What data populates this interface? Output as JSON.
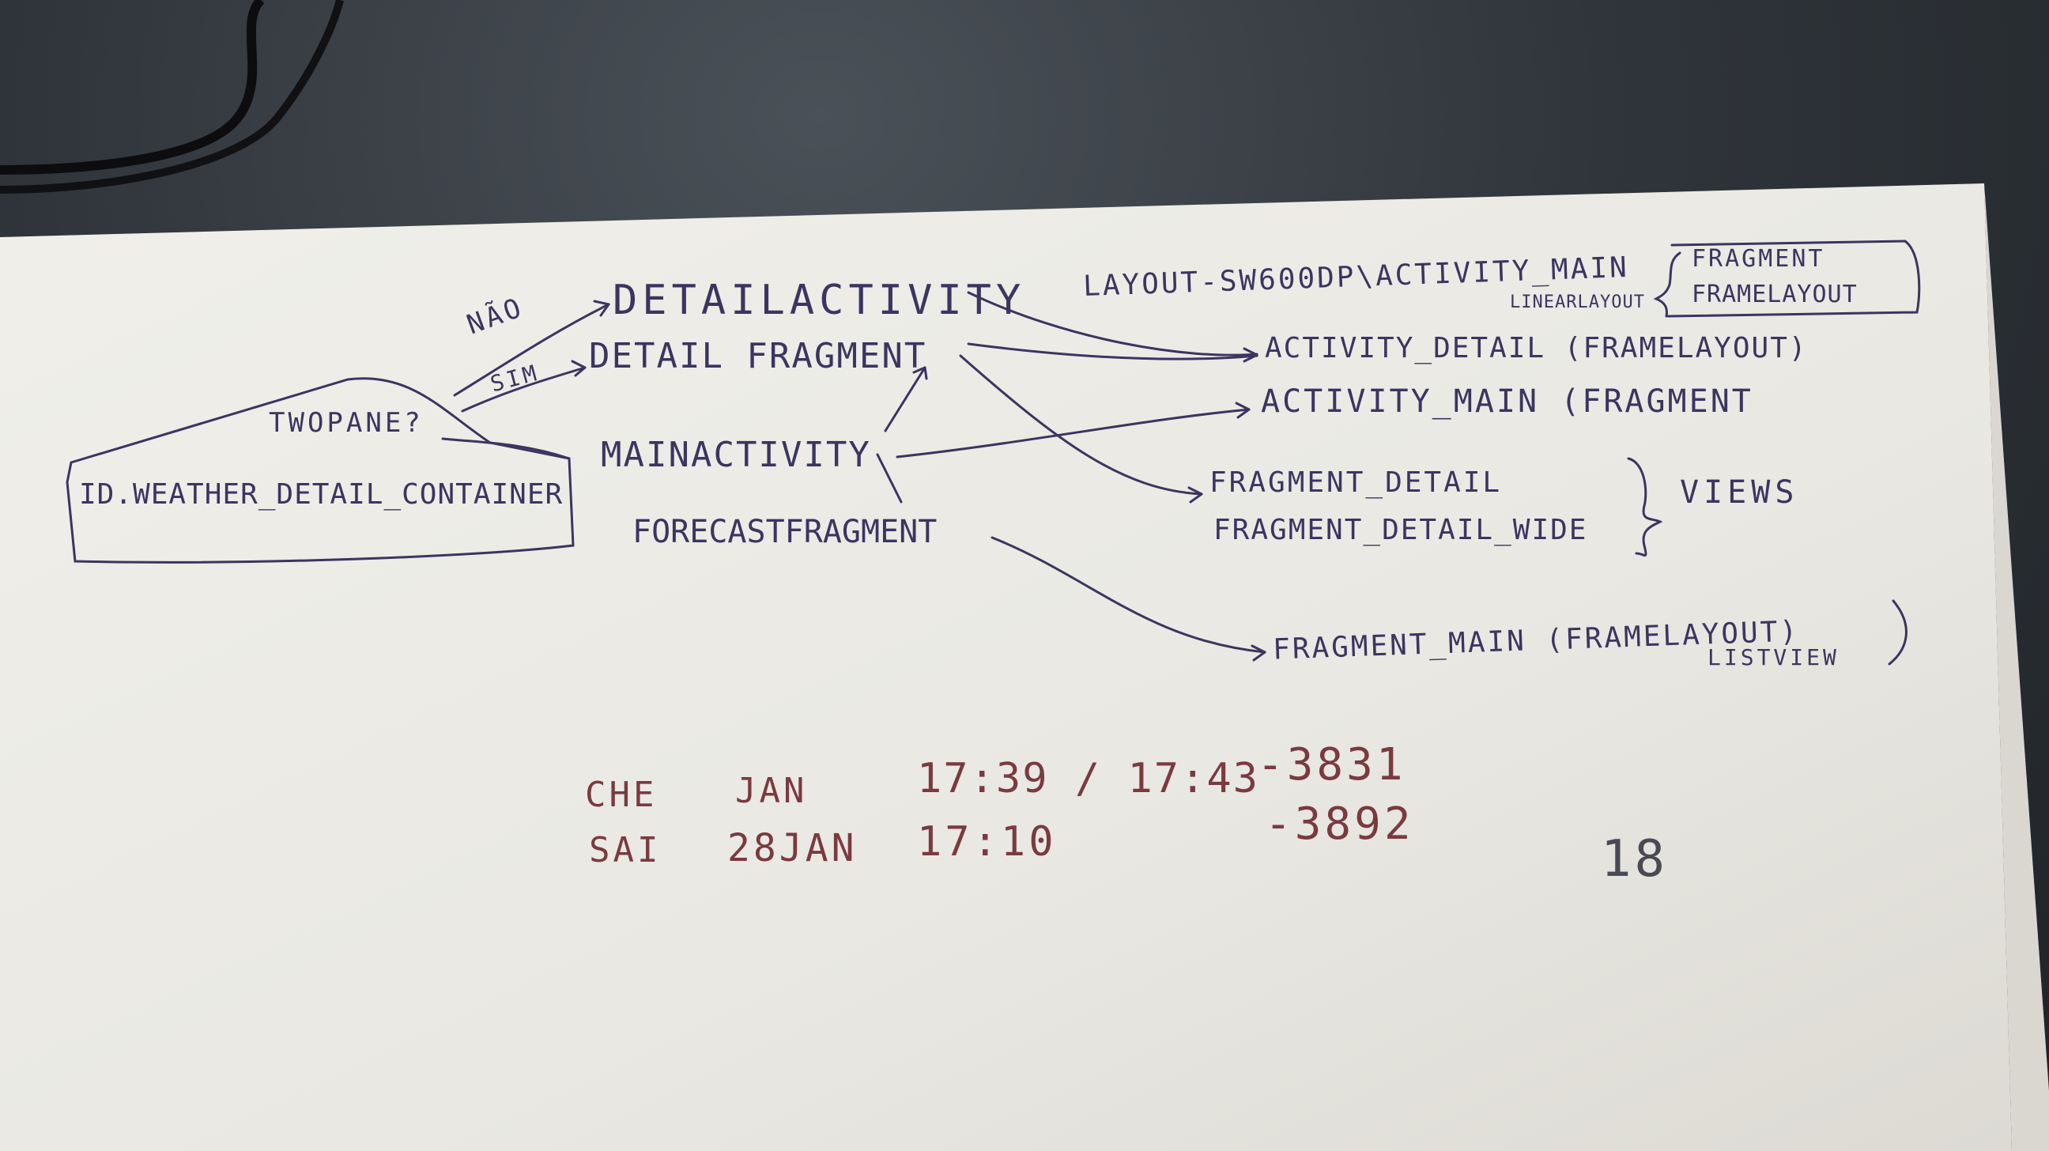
{
  "diagram": {
    "nao": "NÃO",
    "sim": "SIM",
    "twopane": "TWOPANE?",
    "container": "ID.WEATHER_DETAIL_CONTAINER",
    "detail_activity": "DETAILACTIVITY",
    "detail_fragment": "DETAIL FRAGMENT",
    "main_activity": "MAINACTIVITY",
    "forecast_fragment": "FORECASTFRAGMENT",
    "layout_sw600dp": "LAYOUT-SW600DP\\ACTIVITY_MAIN",
    "linear_layout": "LINEARLAYOUT",
    "brace_fragment": "FRAGMENT",
    "brace_framelayout": "FRAMELAYOUT",
    "activity_detail": "ACTIVITY_DETAIL (FRAMELAYOUT)",
    "activity_main": "ACTIVITY_MAIN (FRAGMENT",
    "fragment_detail": "FRAGMENT_DETAIL",
    "fragment_detail_wide": "FRAGMENT_DETAIL_WIDE",
    "views": "VIEWS",
    "fragment_main": "FRAGMENT_MAIN (FRAMELAYOUT)",
    "listview": "LISTVIEW"
  },
  "log": {
    "row1": {
      "day": "CHE",
      "date": "JAN",
      "time": "17:39 / 17:43",
      "value": "-3831"
    },
    "row2": {
      "day": "SAI",
      "date": "28JAN",
      "time": "17:10",
      "value": "-3892"
    },
    "page_number": "18"
  },
  "colors": {
    "ink_blue": "#3b3560",
    "ink_red": "#7a3a40",
    "paper": "#ecebe6",
    "desk": "#2e3237"
  }
}
